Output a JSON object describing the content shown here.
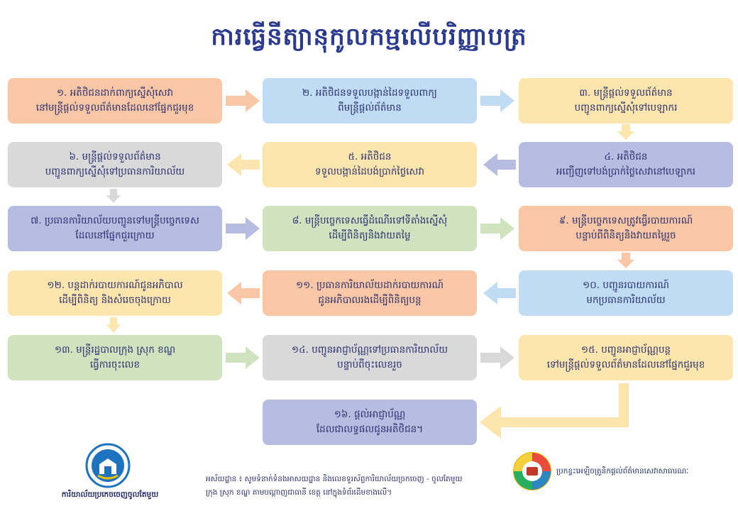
{
  "title": "ការធ្វើនីត្យានុកូលកម្មលើបរិញ្ញាបត្រ",
  "steps": [
    {
      "line1": "១. អតិថិជនដាក់ពាក្យស្នើសុំសេវា",
      "line2": "នៅមន្ត្រីផ្តល់ទទួលព័ត៌មានដែលនៅផ្នែកជួរមុខ"
    },
    {
      "line1": "២. អតិថិជនទទួលបង្កាន់ដៃទទួលពាក្យ",
      "line2": "ពីមន្ត្រីផ្តល់ព័ត៌មាន"
    },
    {
      "line1": "៣. មន្ត្រីផ្តល់ទទួលព័ត៌មាន",
      "line2": "បញ្ជូនពាក្យស្នើសុំទៅបេឡាករ"
    },
    {
      "line1": "៤. អតិថិជន",
      "line2": "អញ្ជើញទៅបង់ប្រាក់ថ្លៃសេវានៅបេឡាករ"
    },
    {
      "line1": "៥. អតិថិជន",
      "line2": "ទទួលបង្កាន់ដៃបង់ប្រាក់ថ្លៃសេវា"
    },
    {
      "line1": "៦. មន្ត្រីផ្តល់ទទួលព័ត៌មាន",
      "line2": "បញ្ជូនពាក្យស្នើសុំទៅប្រធានការិយាល័យ"
    },
    {
      "line1": "៧. ប្រធានការិយាល័យបញ្ជូនទៅមន្ត្រីបច្ចេកទេស",
      "line2": "ដែលនៅផ្នែកជួរក្រោយ"
    },
    {
      "line1": "៨. មន្ត្រីបច្ចេកទេសធ្វើដំណើរទៅទីតាំងស្នើសុំ",
      "line2": "ដើម្បីពិនិត្យនិងវាយតម្លៃ"
    },
    {
      "line1": "៩. មន្ត្រីបច្ចេកទេសត្រូវធ្វើរបាយការណ៍",
      "line2": "បន្ទាប់ពីពិនិត្យនិងវាយតម្លៃរួច"
    },
    {
      "line1": "១០. បញ្ជូនរបាយការណ៍",
      "line2": "មកប្រធានការិយាល័យ"
    },
    {
      "line1": "១១. ប្រធានការិយាល័យដាក់របាយការណ៍",
      "line2": "ជូនអភិបាលរងដើម្បីពិនិត្យបន្ត"
    },
    {
      "line1": "១២. បន្តដាក់របាយការណ៍ជូនអភិបាល",
      "line2": "ដើម្បីពិនិត្យ និងសំរេចចុងក្រោយ"
    },
    {
      "line1": "១៣. មន្ត្រីរដ្ឋបាលក្រុង ស្រុក ខណ្ឌ",
      "line2": "ធ្វើការចុះលេខ"
    },
    {
      "line1": "១៤. បញ្ជូនអាជ្ញាប័ណ្ណទៅប្រធានការិយាល័យ",
      "line2": "បន្ទាប់ពីចុះលេខរួច"
    },
    {
      "line1": "១៥. បញ្ជូនអាជ្ញាប័ណ្ណបន្ត",
      "line2": "ទៅមន្ត្រីផ្តល់ទទួលព័ត៌មានដែលនៅផ្នែកជួរមុខ"
    },
    {
      "line1": "១៦. ផ្តល់អាជ្ញាប័ណ្ណ",
      "line2": "ដែលជាលទ្ធផលជូនអតិថិជន។"
    }
  ],
  "footer": {
    "left_logo_caption": "ការិយាល័យប្រកេចចេញចូលតែមួយ",
    "middle_line1": "អស័យដ្ឋាន ៖ សូមទំនាក់ទំនងអាសយដ្ឋាន និងលេខទូរស័ព្ទការិយាល័យច្រកចេញ - ចូលតែមួយ",
    "middle_line2": "ក្រុង ស្រុក ខណ្ឌ តាមបណ្តាញជាធានី ខេត្ត នៅក្នុងទំព័រដើមខាងលើ។",
    "right_text": "ប្រកខ្វះអេឡិចត្រូនិកផ្តល់ព័ត៌មានសេវាសាធារណៈ"
  },
  "colors": {
    "title": "#2b3a8c",
    "orange": "#f9c7a5",
    "blue": "#bfdcf4",
    "yellow": "#fde6ae",
    "gray": "#d9d9d9",
    "purple": "#b7bde1",
    "green": "#cfe3bf"
  }
}
